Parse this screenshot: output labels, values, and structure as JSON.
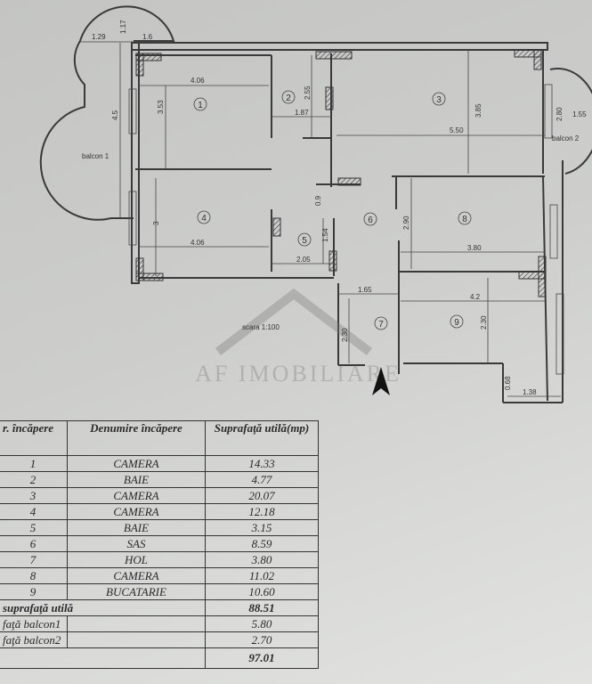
{
  "plan": {
    "scale": "scara 1:100",
    "watermark": "AF IMOBILIARE",
    "balcony1": "balcon 1",
    "balcony2": "balcon 2",
    "rooms": [
      "1",
      "2",
      "3",
      "4",
      "5",
      "6",
      "7",
      "8",
      "9"
    ],
    "dims": {
      "b1_depth": "1.17",
      "b1_left": "1.29",
      "b1_right": "1.6",
      "r1_w": "4.06",
      "r1_h": "3.53",
      "b1_len": "4.5",
      "r2_h": "2.55",
      "r2_w": "1.87",
      "r3_h": "3.85",
      "r3_w": "5.50",
      "b2_len": "2.80",
      "b2_depth": "1.55",
      "r4_h": "3",
      "r4_w": "4.06",
      "r6_door": "0.9",
      "r5_h": "1.54",
      "r5_w": "2.05",
      "r8_h": "2.90",
      "r8_w": "3.80",
      "r7_w": "1.65",
      "r9_w": "4.2",
      "r7_h": "2.30",
      "r9_h": "2.30",
      "notch_h": "0.68",
      "notch_w": "1.38"
    }
  },
  "table": {
    "headers": [
      "r. încăpere",
      "Denumire încăpere",
      "Suprafaţă utilă(mp)"
    ],
    "rows": [
      [
        "1",
        "CAMERA",
        "14.33"
      ],
      [
        "2",
        "BAIE",
        "4.77"
      ],
      [
        "3",
        "CAMERA",
        "20.07"
      ],
      [
        "4",
        "CAMERA",
        "12.18"
      ],
      [
        "5",
        "BAIE",
        "3.15"
      ],
      [
        "6",
        "SAS",
        "8.59"
      ],
      [
        "7",
        "HOL",
        "3.80"
      ],
      [
        "8",
        "CAMERA",
        "11.02"
      ],
      [
        "9",
        "BUCATARIE",
        "10.60"
      ]
    ],
    "total_useful_label": "suprafaţă utilă",
    "total_useful": "88.51",
    "balcony1_label": "faţă balcon1",
    "balcony1": "5.80",
    "balcony2_label": "faţă balcon2",
    "balcony2": "2.70",
    "grand_total": "97.01"
  }
}
